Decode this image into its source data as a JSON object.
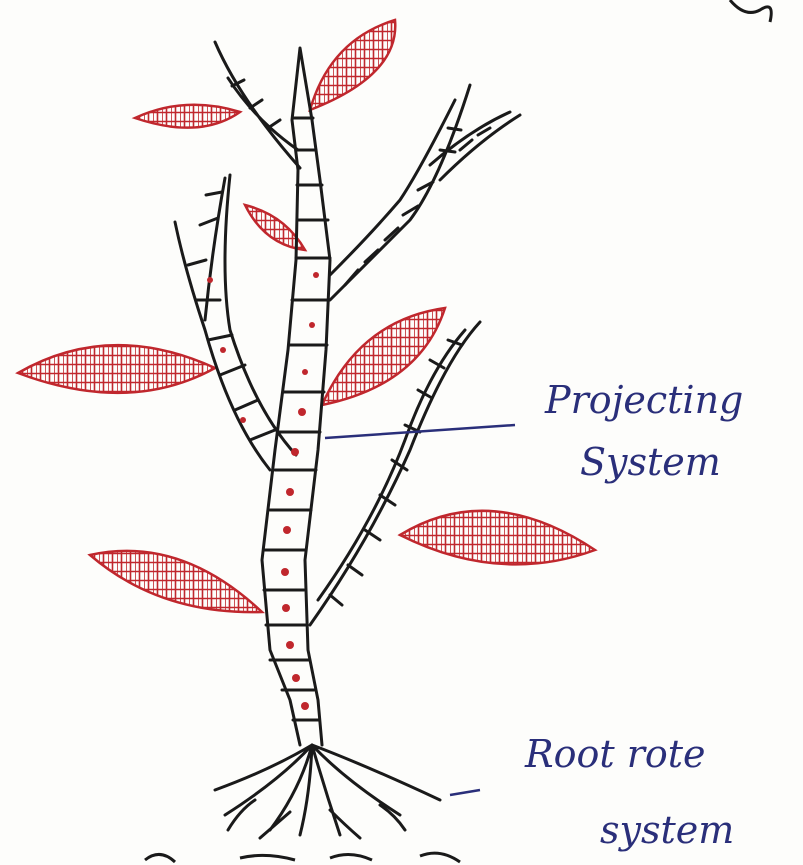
{
  "labels": {
    "projecting_line1": "Projecting",
    "projecting_line2": "System",
    "root_line1": "Root rote",
    "root_line2": "system"
  },
  "colors": {
    "ink": "#1a1a1a",
    "leaf": "#c0272d",
    "label_ink": "#2a2f7a",
    "paper": "#fdfdfb"
  }
}
